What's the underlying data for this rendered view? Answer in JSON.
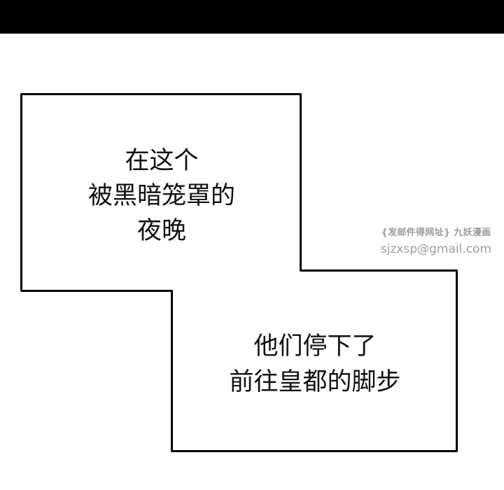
{
  "panel": {
    "top_bar_color": "#000000",
    "background_color": "#ffffff",
    "border_color": "#000000"
  },
  "caption_box_1": {
    "lines": [
      "在这个",
      "被黑暗笼罩的",
      "夜晚"
    ]
  },
  "caption_box_2": {
    "lines": [
      "他们停下了",
      "前往皇都的脚步"
    ]
  },
  "watermark": {
    "line1": "{发邮件得网址} 九妖漫画",
    "line2": "sjzxsp@gmail.com",
    "color": "#9c9c9c"
  }
}
